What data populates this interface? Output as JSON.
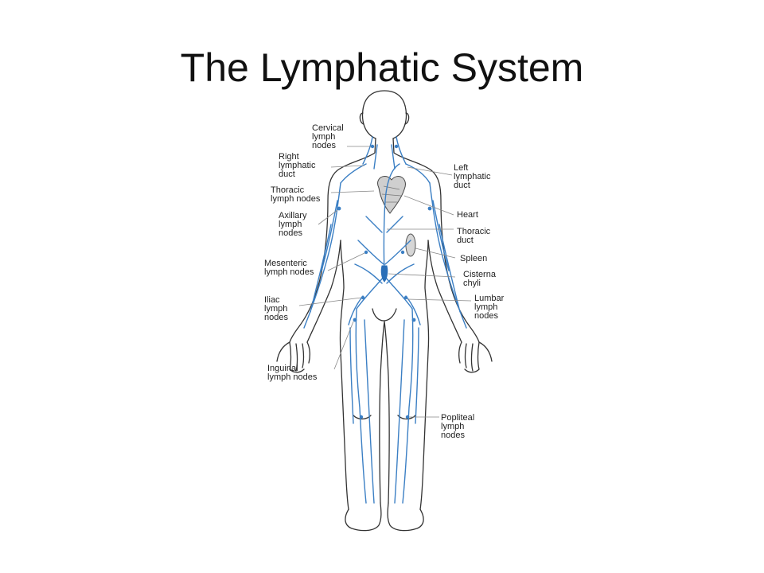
{
  "slide": {
    "title": "The Lymphatic System"
  },
  "diagram": {
    "type": "anatomy-illustration",
    "subject": "human body lymphatic system",
    "colors": {
      "outline": "#333333",
      "vessels": "#3b7fc4",
      "leader": "#888888"
    },
    "labels_left": [
      {
        "key": "cervical",
        "lines": [
          "Cervical",
          "lymph",
          "nodes"
        ]
      },
      {
        "key": "right_duct",
        "lines": [
          "Right",
          "lymphatic",
          "duct"
        ]
      },
      {
        "key": "thoracic_nodes",
        "lines": [
          "Thoracic",
          "lymph nodes"
        ]
      },
      {
        "key": "axillary",
        "lines": [
          "Axillary",
          "lymph",
          "nodes"
        ]
      },
      {
        "key": "mesenteric",
        "lines": [
          "Mesenteric",
          "lymph nodes"
        ]
      },
      {
        "key": "iliac",
        "lines": [
          "Iliac",
          "lymph",
          "nodes"
        ]
      },
      {
        "key": "inguinal",
        "lines": [
          "Inguinal",
          "lymph nodes"
        ]
      }
    ],
    "labels_right": [
      {
        "key": "left_duct",
        "lines": [
          "Left",
          "lymphatic",
          "duct"
        ]
      },
      {
        "key": "heart",
        "lines": [
          "Heart"
        ]
      },
      {
        "key": "thoracic_duct",
        "lines": [
          "Thoracic",
          "duct"
        ]
      },
      {
        "key": "spleen",
        "lines": [
          "Spleen"
        ]
      },
      {
        "key": "cisterna",
        "lines": [
          "Cisterna",
          "chyli"
        ]
      },
      {
        "key": "lumbar",
        "lines": [
          "Lumbar",
          "lymph",
          "nodes"
        ]
      },
      {
        "key": "popliteal",
        "lines": [
          "Popliteal",
          "lymph",
          "nodes"
        ]
      }
    ]
  }
}
